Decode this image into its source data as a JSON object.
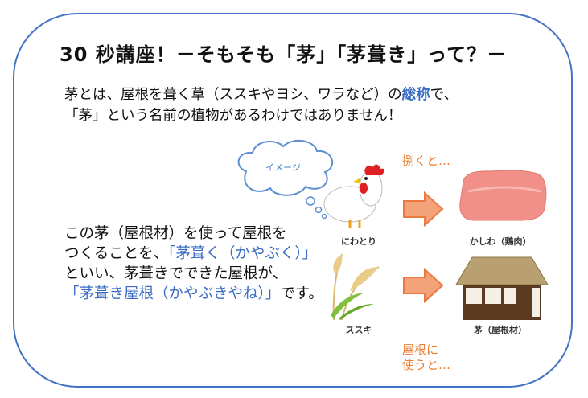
{
  "title": "30 秒講座！－そもそも「茅」「茅葺き」って？－",
  "intro": {
    "line1_a": "茅とは、屋根を葺く草（ススキやヨシ、ワラなど）の",
    "line1_b": "総称",
    "line1_c": "で、",
    "line2": "「茅」という名前の植物があるわけではありません！"
  },
  "explanation": {
    "line1": "この茅（屋根材）を使って屋根を",
    "line2_a": "つくることを、",
    "line2_b": "「茅葺く（かやぶく）」",
    "line3": "といい、茅葺きでできた屋根が、",
    "line4_a": "「茅葺き屋根（かやぶきやね）」",
    "line4_b": "です。"
  },
  "diagram": {
    "thought_bubble": "イメージ",
    "chicken_label": "にわとり",
    "meat_label": "かしわ（鶏肉）",
    "susuki_label": "ススキ",
    "roof_label": "茅（屋根材）",
    "top_caption": "捌くと…",
    "bottom_caption_line1": "屋根に",
    "bottom_caption_line2": "使うと…"
  },
  "colors": {
    "accent_blue": "#4472c4",
    "accent_orange": "#ed7d31"
  }
}
